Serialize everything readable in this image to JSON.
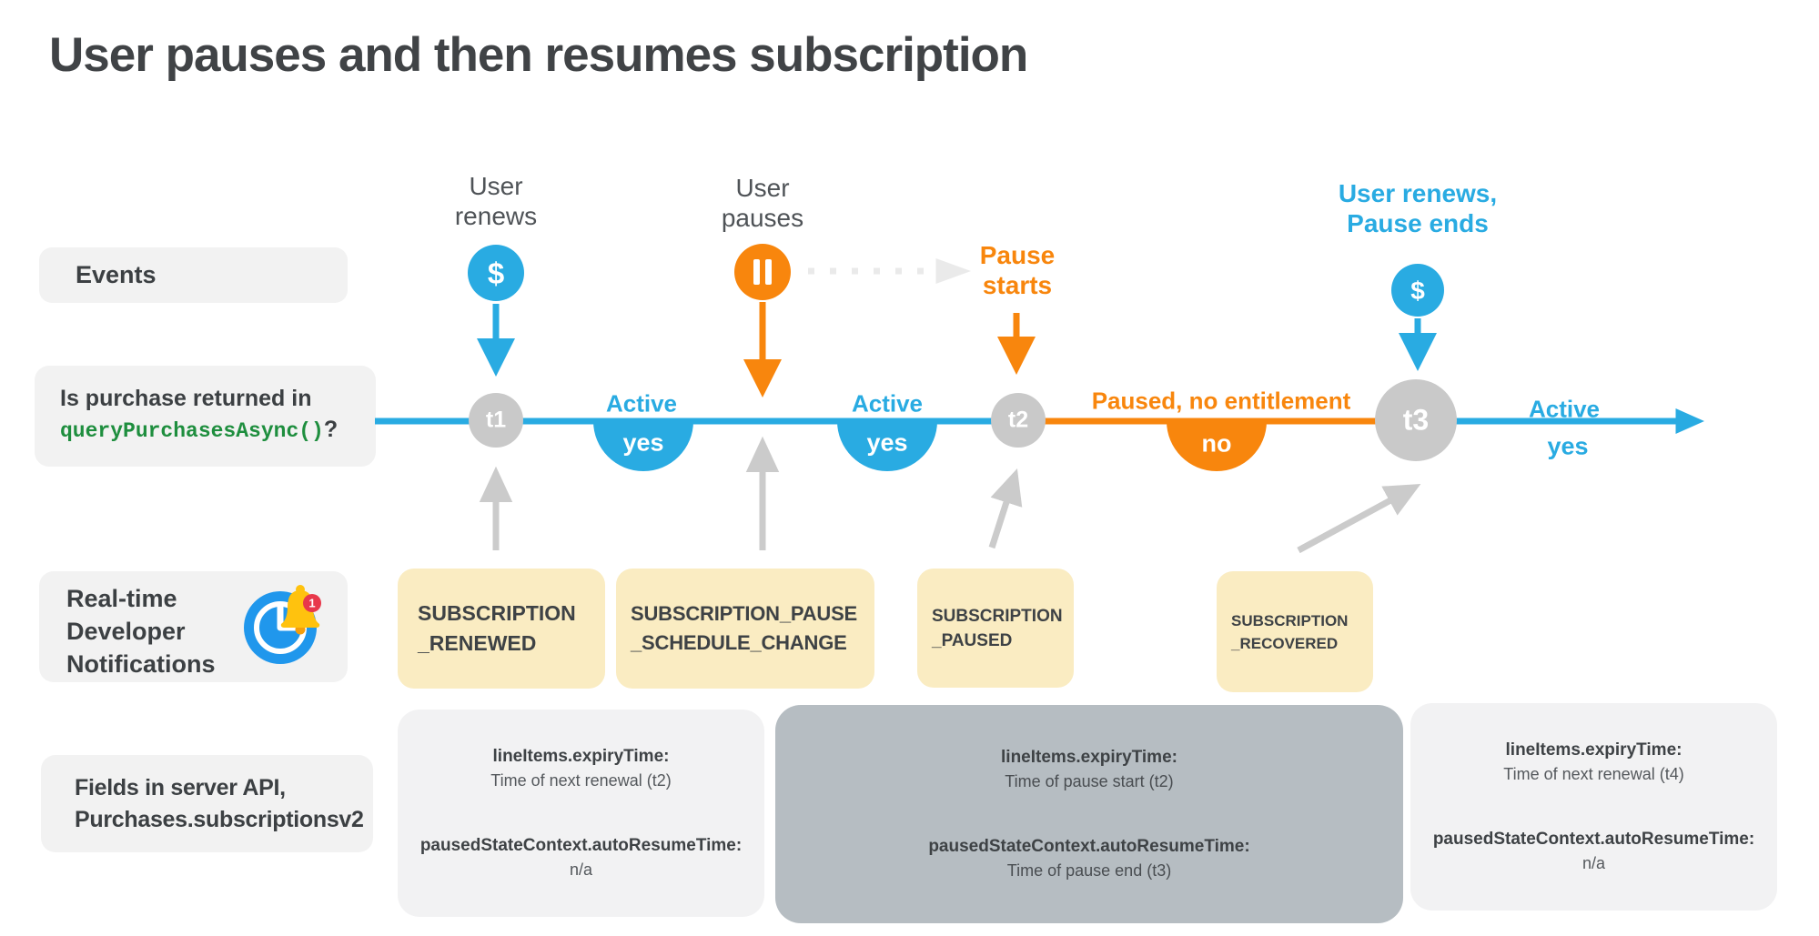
{
  "title": "User pauses and then resumes subscription",
  "colors": {
    "blue": "#29ABE2",
    "orange": "#F8860D",
    "marker_gray": "#C9C9C9",
    "arrow_gray": "#CBCBCB",
    "yellow_box": "#FAECC2",
    "dark_box": "#B6BDC2",
    "light_box": "#F2F2F2",
    "green_code": "#1E8E3E",
    "clock_blue": "#2097EC",
    "bell_yellow": "#FFC20E",
    "badge_red": "#E8384B"
  },
  "row_labels": {
    "events": "Events",
    "query_line1": "Is purchase returned in",
    "query_code": "queryPurchasesAsync()",
    "query_suffix": "?",
    "rtdn": "Real-time Developer Notifications",
    "rtdn_badge_count": "1",
    "fields_line1": "Fields in server API,",
    "fields_line2": "Purchases.subscriptionsv2"
  },
  "events": {
    "renew1_label": "User renews",
    "renew1_icon": "$",
    "pause_label": "User pauses",
    "pause_starts_label": "Pause starts",
    "renew2_line1": "User renews,",
    "renew2_line2": "Pause ends",
    "renew2_icon": "$"
  },
  "timeline": {
    "markers": [
      "t1",
      "t2",
      "t3"
    ],
    "seg1_status": "Active",
    "seg1_value": "yes",
    "seg2_status": "Active",
    "seg2_value": "yes",
    "seg3_status": "Paused, no entitlement",
    "seg3_value": "no",
    "seg4_status": "Active",
    "seg4_value": "yes"
  },
  "notifications": [
    {
      "line1": "SUBSCRIPTION",
      "line2": "_RENEWED"
    },
    {
      "line1": "SUBSCRIPTION_PAUSE",
      "line2": "_SCHEDULE_CHANGE"
    },
    {
      "line1": "SUBSCRIPTION",
      "line2": "_PAUSED"
    },
    {
      "line1": "SUBSCRIPTION",
      "line2": "_RECOVERED"
    }
  ],
  "fields": [
    {
      "key1": "lineItems.expiryTime:",
      "val1": "Time of next renewal (t2)",
      "key2": "pausedStateContext.autoResumeTime:",
      "val2": "n/a"
    },
    {
      "key1": "lineItems.expiryTime:",
      "val1": "Time of pause start (t2)",
      "key2": "pausedStateContext.autoResumeTime:",
      "val2": "Time of pause end (t3)"
    },
    {
      "key1": "lineItems.expiryTime:",
      "val1": "Time of next renewal (t4)",
      "key2": "pausedStateContext.autoResumeTime:",
      "val2": "n/a"
    }
  ]
}
